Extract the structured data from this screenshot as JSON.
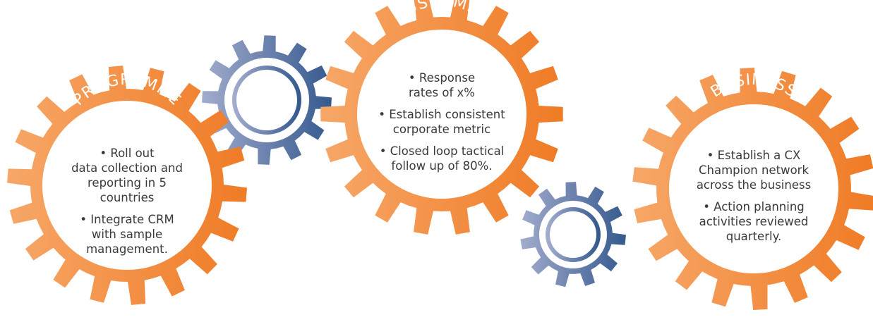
{
  "colors": {
    "orange_light": "#F6A05E",
    "orange_dark": "#F07D2A",
    "blue_light": "#9AA5C8",
    "blue_dark": "#3E5E92"
  },
  "gears": {
    "programme": {
      "title": "PROGRAMME",
      "bullets": [
        "• Roll out\ndata collection and\nreporting in 5 countries",
        "• Integrate CRM\nwith sample\nmanagement."
      ]
    },
    "customer": {
      "title": "CUSTOMER",
      "bullets": [
        "• Response\nrates of x%",
        "• Establish consistent\ncorporate metric",
        "• Closed loop tactical\nfollow up of 80%."
      ]
    },
    "business": {
      "title": "BUSINESS",
      "bullets": [
        "• Establish a CX\nChampion network\nacross the business",
        "• Action planning\nactivities reviewed\nquarterly."
      ]
    }
  }
}
